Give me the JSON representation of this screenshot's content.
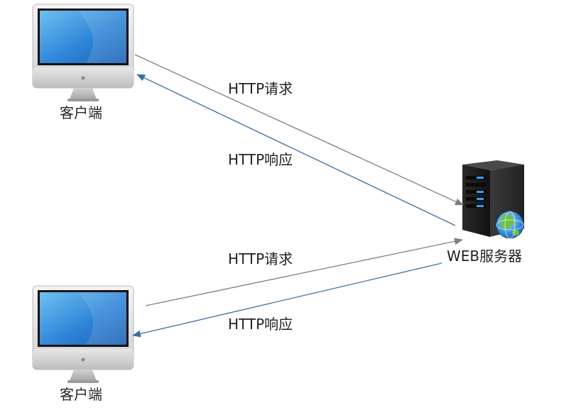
{
  "nodes": {
    "client_top": {
      "label": "客户端",
      "icon": "desktop-monitor-icon"
    },
    "client_bottom": {
      "label": "客户端",
      "icon": "desktop-monitor-icon"
    },
    "server": {
      "label": "WEB服务器",
      "icon": "server-globe-icon"
    }
  },
  "edges": {
    "request_top": {
      "label": "HTTP请求",
      "color": "#7f7f7f"
    },
    "response_top": {
      "label": "HTTP响应",
      "color": "#3d6fa3"
    },
    "request_bottom": {
      "label": "HTTP请求",
      "color": "#7f7f7f"
    },
    "response_bottom": {
      "label": "HTTP响应",
      "color": "#3d6fa3"
    }
  }
}
